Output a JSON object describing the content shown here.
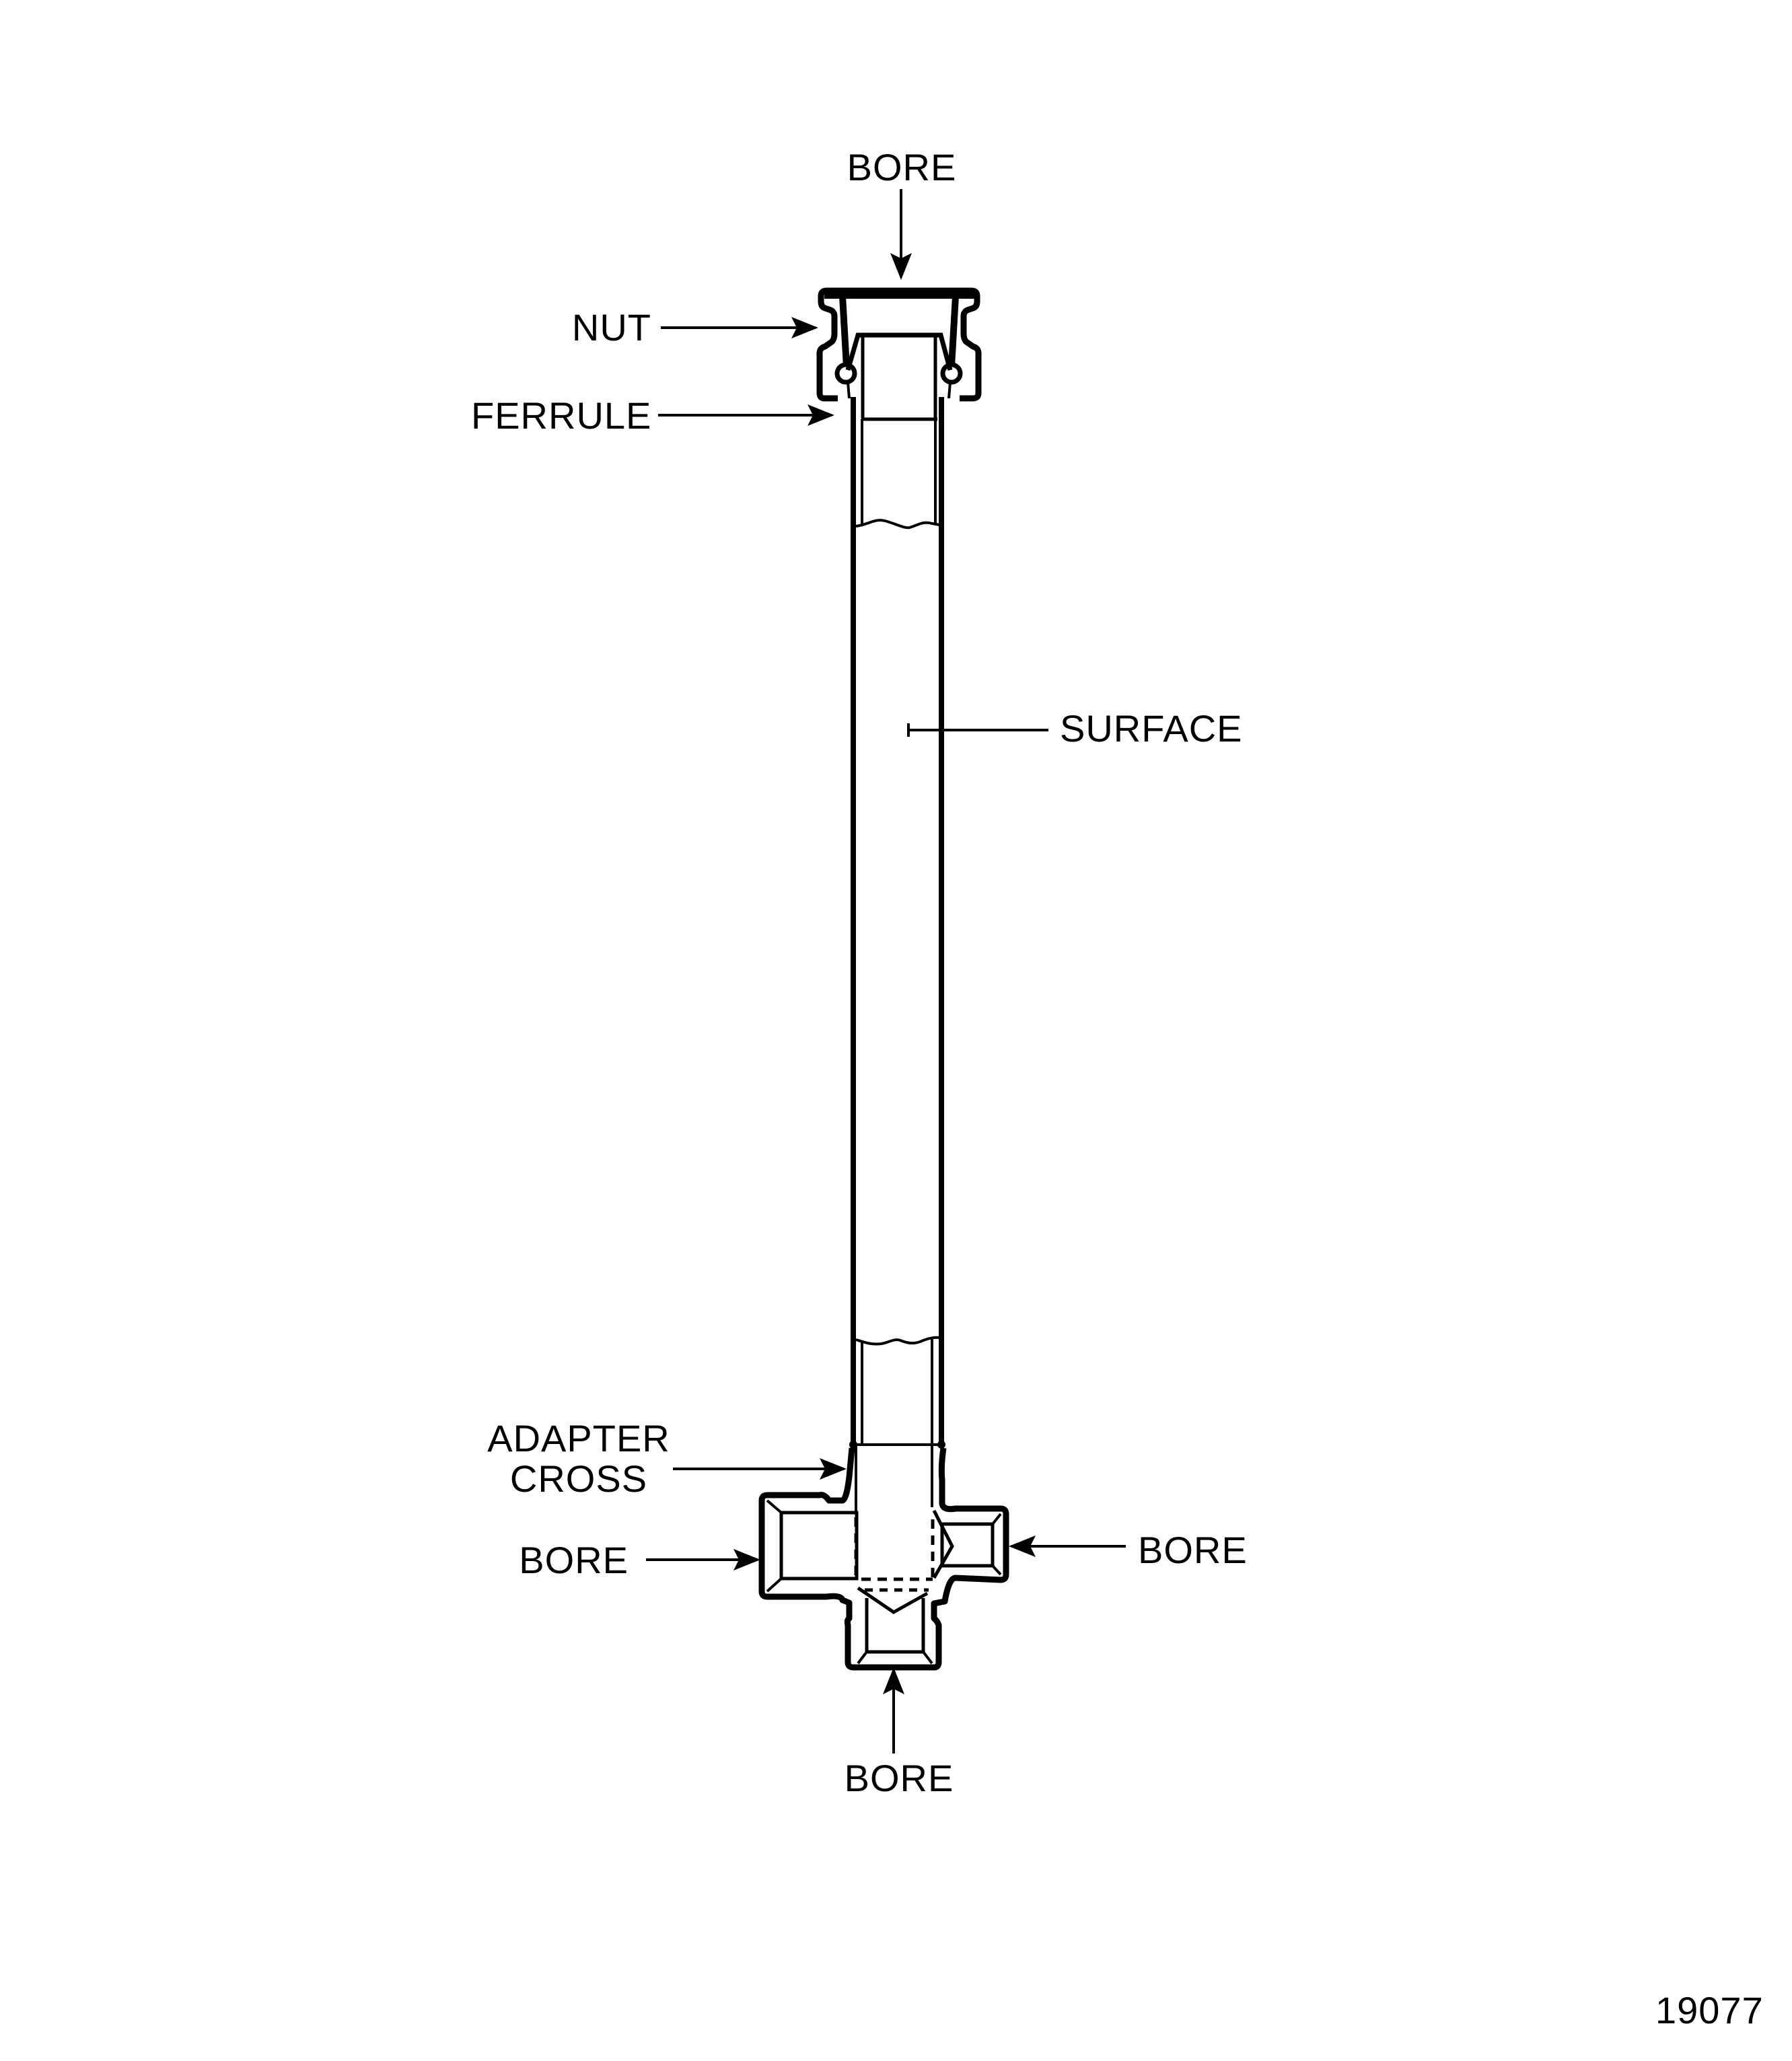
{
  "figure": {
    "figure_number": "19077",
    "description": "Hose assembly with nut/ferrule fitting at top and adapter cross at bottom"
  },
  "labels": {
    "top_bore": "BORE",
    "nut": "NUT",
    "ferrule": "FERRULE",
    "surface": "SURFACE",
    "adapter_cross_line1": "ADAPTER",
    "adapter_cross_line2": "CROSS",
    "left_bore": "BORE",
    "right_bore": "BORE",
    "bottom_bore": "BORE"
  },
  "colors": {
    "line": "#000000",
    "background": "#ffffff"
  }
}
